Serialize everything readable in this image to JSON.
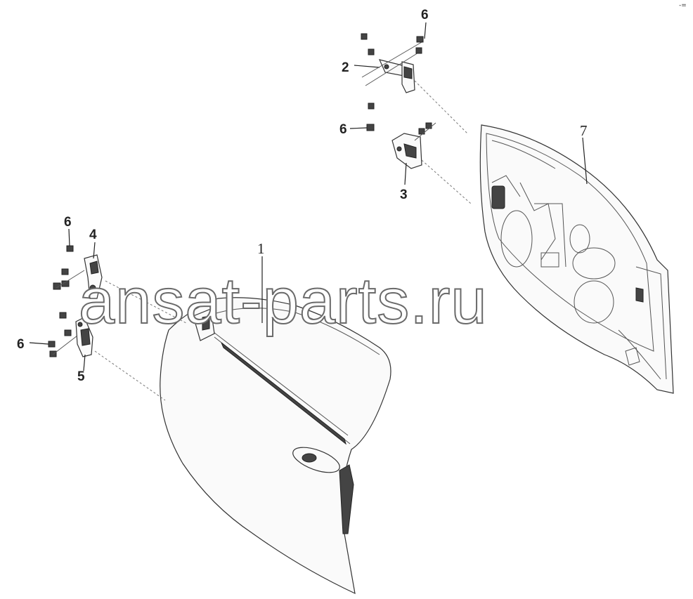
{
  "diagram": {
    "callouts": {
      "door_assembly": "1",
      "upper_hinge_body": "2",
      "lower_hinge_body": "3",
      "upper_hinge_door": "4",
      "lower_hinge_door": "5",
      "bolt_top": "6",
      "bolt_mid": "6",
      "bolt_left_upper": "6",
      "bolt_left_lower": "6",
      "door_inner_panel": "7"
    },
    "watermark": "ansat-parts.ru",
    "corner_mark": "-="
  }
}
